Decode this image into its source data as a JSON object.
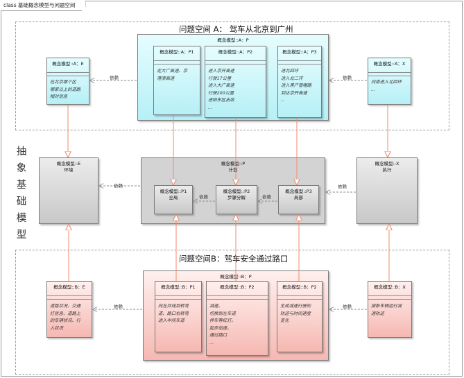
{
  "frame": {
    "title": "class 基础概念模型与问题空间"
  },
  "regions": {
    "top_title": "问题空间 A： 驾车从北京到广州",
    "bottom_title": "问题空间B：驾车安全通过路口"
  },
  "abstraction_label": [
    "抽",
    "象",
    "基",
    "础",
    "模",
    "型"
  ],
  "dependency_label": "依赖",
  "top": {
    "container": {
      "title": "概念模型::A：P"
    },
    "p1": {
      "title": "概念模型::A：P1",
      "body": [
        "走大广高速、京",
        "港澳高速"
      ]
    },
    "p2": {
      "title": "概念模型::A：P2",
      "body": [
        "进入京开高速",
        "行驶17公里",
        "进入大广高速",
        "行驶200公里",
        "进阳东区出收",
        "..."
      ]
    },
    "p3": {
      "title": "概念模型::A：P3",
      "body": [
        "进北四环",
        "进入北二环",
        "进入黑产管喔路",
        "到达京开高速",
        "..."
      ]
    },
    "e": {
      "title": "概念模型::A：E",
      "body": [
        "在北京哪个区",
        "哪家以上的道路",
        "相对信息"
      ]
    },
    "x": {
      "title": "概念模型::A：X",
      "body": [
        "向南进入北四环",
        "..."
      ]
    }
  },
  "middle": {
    "container": {
      "title": "概念模型::P",
      "subtitle": "计划"
    },
    "p1": {
      "title": "概念模型::P1",
      "subtitle": "全局"
    },
    "p2": {
      "title": "概念模型::P2",
      "subtitle": "步骤分解"
    },
    "p3": {
      "title": "概念模型::P3",
      "subtitle": "局部"
    },
    "e": {
      "title": "概念模型::E",
      "subtitle": "环境"
    },
    "x": {
      "title": "概念模型::X",
      "subtitle": "执行"
    }
  },
  "bottom": {
    "container": {
      "title": "概念模型::B：P"
    },
    "p1": {
      "title": "概念模型::B：P1",
      "body": [
        "向左并线到转弯",
        "道、路口右转弯",
        "进入中间车道"
      ]
    },
    "p2": {
      "title": "概念模型::B：P2",
      "body": [
        "减速。",
        "切换到左车道",
        "停车等红灯。",
        "起步加速。",
        "通过路口",
        "..."
      ]
    },
    "p3": {
      "title": "概念模型::B：P2",
      "body": [
        "生成减速行驶的",
        "轨迹与时间速度",
        "变化"
      ]
    },
    "e": {
      "title": "概念模型::B：E",
      "body": [
        "道路状况、交通",
        "灯信息、道路上",
        "的车辆状况、行",
        "人状况"
      ]
    },
    "x": {
      "title": "概念模型::B：X",
      "body": [
        "按新车辆运行减",
        "速轨迹"
      ]
    }
  },
  "colors": {
    "cyan": "#b6f0f6",
    "gray": "#c8c8c8",
    "red": "#f6b8b2",
    "solid_arrow": "#f08a6a",
    "dashed_arrow": "#8a8a8a"
  }
}
